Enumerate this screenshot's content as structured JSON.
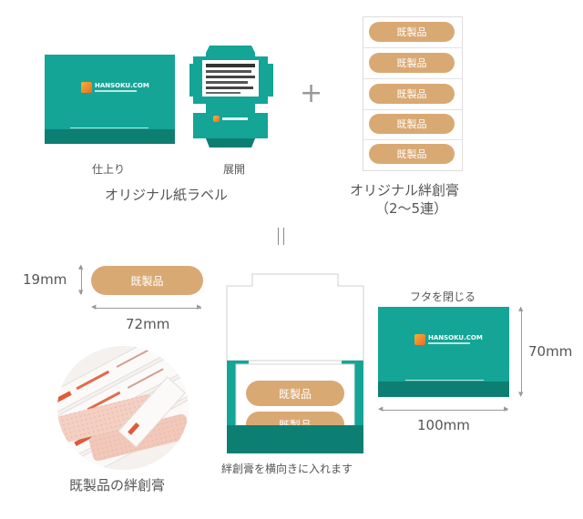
{
  "brand": {
    "name": "HANSOKU.COM"
  },
  "top_left": {
    "finished_label": "仕上り",
    "unfolded_label": "展開",
    "caption": "オリジナル紙ラベル"
  },
  "plus_sign": "+",
  "top_right": {
    "caption_line1": "オリジナル絆創膏",
    "caption_line2": "（2〜5連）",
    "bandage_labels": [
      "既製品",
      "既製品",
      "既製品",
      "既製品",
      "既製品"
    ]
  },
  "equals_sign": "=",
  "bottom_left": {
    "bandage_label": "既製品",
    "height_label": "19mm",
    "width_label": "72mm",
    "photo_caption": "既製品の絆創膏"
  },
  "bottom_middle": {
    "bandage_labels": [
      "既製品",
      "既製品"
    ],
    "caption": "絆創膏を横向きに入れます"
  },
  "bottom_right": {
    "top_caption": "フタを閉じる",
    "height_label": "70mm",
    "width_label": "100mm"
  },
  "colors": {
    "teal": "#14a597",
    "teal_dark": "#0d7f72",
    "bandage": "#d9a974"
  }
}
